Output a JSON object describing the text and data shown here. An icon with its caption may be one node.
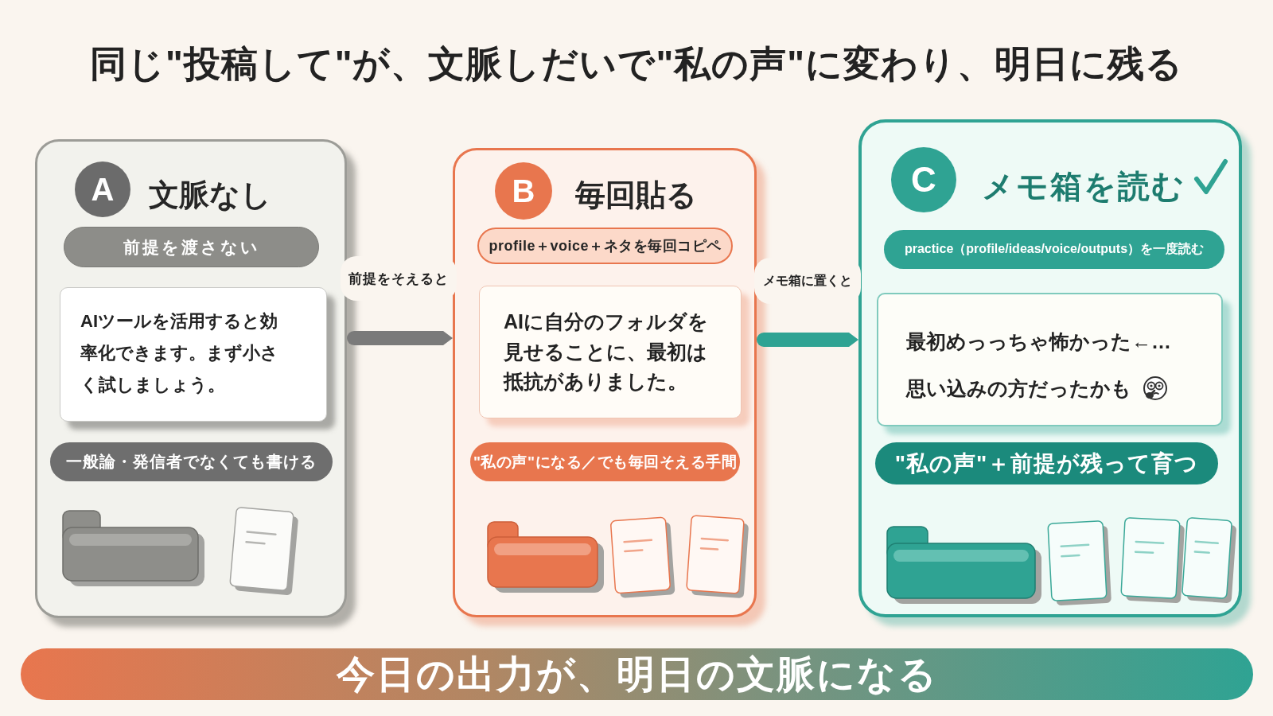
{
  "diagram": {
    "title": "同じ\"投稿して\"が、文脈しだいで\"私の声\"に変わり、明日に残る",
    "nodes": [
      {
        "text": [
          "文脈なし"
        ]
      },
      {
        "text": [
          "A"
        ],
        "in": 0
      },
      {
        "text": [
          "前提を渡さない"
        ],
        "in": 0
      },
      {
        "text": [
          "AIツールを活用すると効率化できます。まず小さく試しましょう。"
        ],
        "in": 0
      },
      {
        "text": [
          "一般論・発信者でなくても書ける"
        ],
        "in": 0
      },
      {
        "text": [
          "毎回貼る"
        ]
      },
      {
        "text": [
          "B"
        ],
        "in": 5
      },
      {
        "text": [
          "profile＋voice＋ネタを毎回コピペ"
        ],
        "in": 5
      },
      {
        "text": [
          "AIに自分のフォルダを見せることに、最初は抵抗がありました。"
        ],
        "in": 5
      },
      {
        "text": [
          "\"私の声\"になる／でも毎回そえる手間"
        ],
        "in": 5
      },
      {
        "text": [
          "メモ箱を読む"
        ]
      },
      {
        "text": [
          "C"
        ],
        "in": 10
      },
      {
        "text": [
          "practice（profile/ideas/voice/outputs）を一度読む"
        ],
        "in": 10
      },
      {
        "text": [
          "最初めっっちゃ怖かった←…",
          "思い込みの方だったかも"
        ],
        "in": 10
      },
      {
        "text": [
          "\"私の声\"＋前提が残って育つ"
        ],
        "in": 10
      },
      {
        "text": [
          "今日の出力が、明日の文脈になる"
        ]
      }
    ],
    "edges": [
      {
        "from": 0,
        "to": 5,
        "arrow": "to",
        "label": "前提をそえると",
        "color": "#7a7a7a"
      },
      {
        "from": 5,
        "to": 10,
        "arrow": "to",
        "label": "メモ箱に置くと",
        "color": "#2fa393"
      }
    ]
  }
}
